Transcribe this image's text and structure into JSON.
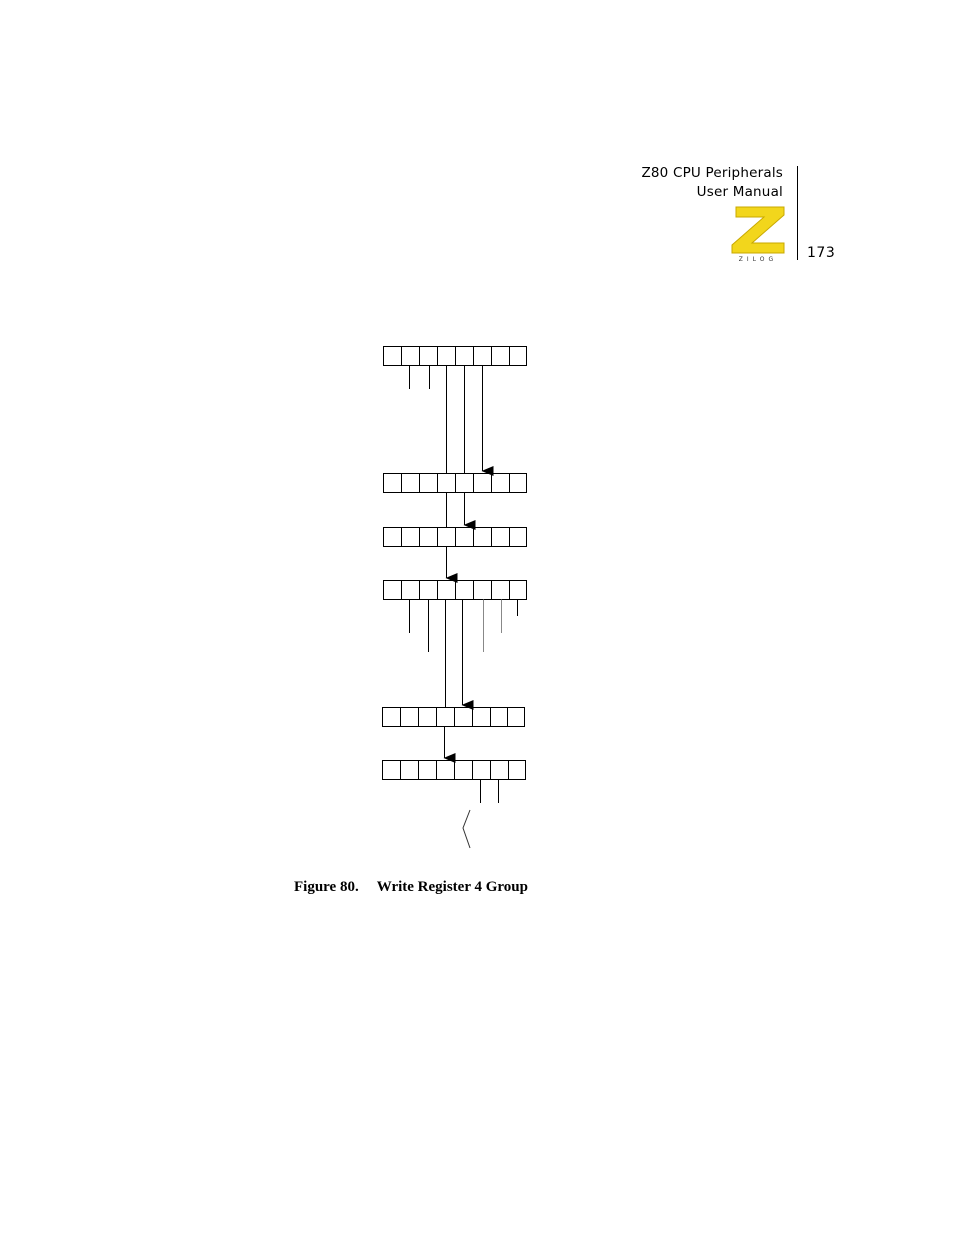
{
  "header": {
    "title_line1": "Z80 CPU Peripherals",
    "title_line2": "User Manual",
    "page_number": "173",
    "logo": {
      "letter": "Z",
      "wordmark": "ZILOG",
      "color": "#f2d61c",
      "icon": "zilog-logo"
    }
  },
  "figure": {
    "number": "Figure 80.",
    "title": "Write Register 4 Group"
  }
}
